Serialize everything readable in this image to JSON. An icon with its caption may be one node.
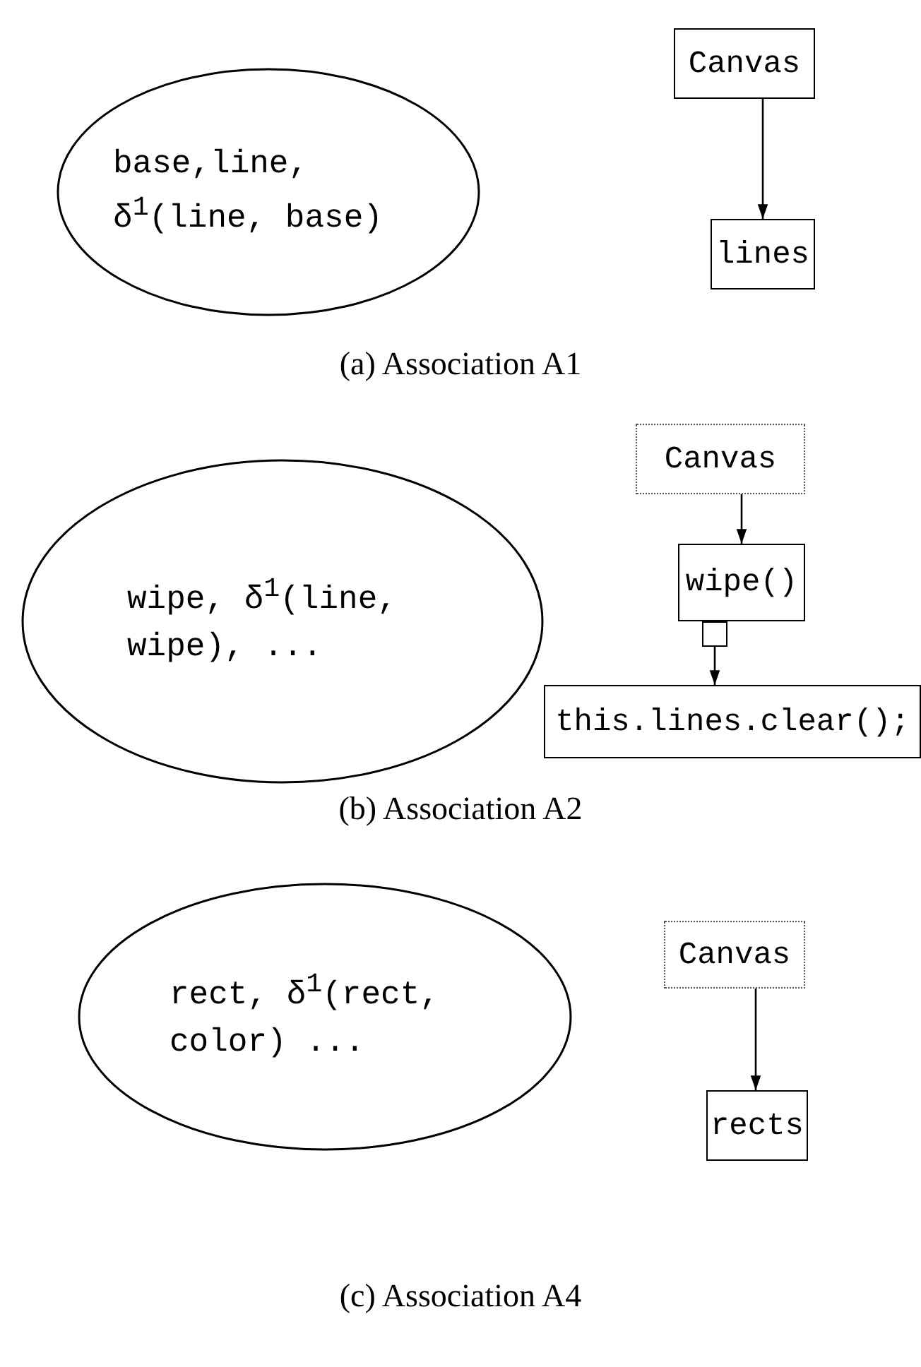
{
  "diagram": {
    "nodes": [
      {
        "text": [
          "base,line, δ$^{1}$(line, base)"
        ]
      },
      {
        "text": [
          "Canvas"
        ]
      },
      {
        "text": [
          "lines"
        ]
      },
      {
        "text": [
          "wipe, δ$^{1}$(line, wipe), ..."
        ]
      },
      {
        "text": [
          "Canvas"
        ]
      },
      {
        "text": [
          "wipe()"
        ]
      },
      {
        "text": [],
        "shape": "box"
      },
      {
        "text": [
          "this.lines.clear();"
        ]
      },
      {
        "text": [
          "rect, δ$^{1}$(rect, color) ..."
        ]
      },
      {
        "text": [
          "Canvas"
        ]
      },
      {
        "text": [
          "rects"
        ]
      }
    ],
    "edges": [
      {
        "from": 1,
        "to": 2,
        "arrow": "to"
      },
      {
        "from": 4,
        "to": 5,
        "arrow": "to"
      },
      {
        "from": 6,
        "to": 7,
        "arrow": "to"
      },
      {
        "from": 9,
        "to": 10,
        "arrow": "to"
      }
    ],
    "labels": [
      "(a) Association A1",
      "(b) Association A2",
      "(c) Association A4"
    ]
  }
}
